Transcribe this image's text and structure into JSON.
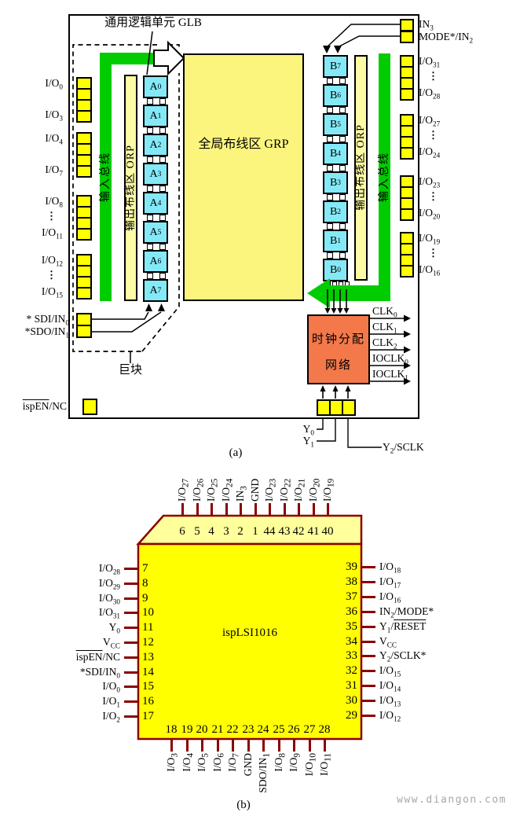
{
  "colors": {
    "yellow": "#ffff00",
    "pale": "#fbf57e",
    "orp": "#fdfba4",
    "green": "#00cc00",
    "cyan": "#84e9f7",
    "orange": "#f3794b",
    "chipb": "#8b0000",
    "chiptop": "#ffff9c"
  },
  "watermark": "www.diangon.com",
  "diagram_a": {
    "caption": "(a)",
    "glb_title": "通用逻辑单元 GLB",
    "grp_label": "全局布线区 GRP",
    "orp_label": "输出布线区 ORP",
    "input_bus_label": "输入总线",
    "macroblock_label": "巨块",
    "clock_label_line1": "时钟分配",
    "clock_label_line2": "网络",
    "dots": "⋮",
    "a_blocks": [
      "A_{0}",
      "A_{1}",
      "A_{2}",
      "A_{3}",
      "A_{4}",
      "A_{5}",
      "A_{6}",
      "A_{7}"
    ],
    "b_blocks": [
      "B_{7}",
      "B_{6}",
      "B_{5}",
      "B_{4}",
      "B_{3}",
      "B_{2}",
      "B_{1}",
      "B_{0}"
    ],
    "left_io_groups": [
      {
        "top": "I/O_{0}",
        "bottom": "I/O_{3}",
        "dots": false
      },
      {
        "top": "I/O_{4}",
        "bottom": "I/O_{7}",
        "dots": false
      },
      {
        "top": "I/O_{8}",
        "bottom": "I/O_{11}",
        "dots": true
      },
      {
        "top": "I/O_{12}",
        "bottom": "I/O_{15}",
        "dots": true
      }
    ],
    "right_io_groups": [
      {
        "top": "I/O_{31}",
        "bottom": "I/O_{28}",
        "dots": true
      },
      {
        "top": "I/O_{27}",
        "bottom": "I/O_{24}",
        "dots": true
      },
      {
        "top": "I/O_{23}",
        "bottom": "I/O_{20}",
        "dots": true
      },
      {
        "top": "I/O_{19}",
        "bottom": "I/O_{16}",
        "dots": true
      }
    ],
    "in3_label": "IN_{3}",
    "mode_label": "MODE*/IN_{2}",
    "sdi_label": "* SDI/IN_{0}",
    "sdo_label": "*SDO/IN_{1}",
    "ispen_label": "[ispEN]/NC",
    "clock_outputs": [
      "CLK_{0}",
      "CLK_{1}",
      "CLK_{2}",
      "IOCLK_{0}",
      "IOCLK_{1}"
    ],
    "y0_label": "Y_{0}",
    "y1_label": "Y_{1}",
    "y2_label": "Y_{2}/SCLK"
  },
  "diagram_b": {
    "caption": "(b)",
    "chip_name": "ispLSI1016",
    "top_pins": [
      {
        "num": "6",
        "label": "I/O_{27}"
      },
      {
        "num": "5",
        "label": "I/O_{26}"
      },
      {
        "num": "4",
        "label": "I/O_{25}"
      },
      {
        "num": "3",
        "label": "I/O_{24}"
      },
      {
        "num": "2",
        "label": "IN_{3}"
      },
      {
        "num": "1",
        "label": "GND"
      },
      {
        "num": "44",
        "label": "I/O_{23}"
      },
      {
        "num": "43",
        "label": "I/O_{22}"
      },
      {
        "num": "42",
        "label": "I/O_{21}"
      },
      {
        "num": "41",
        "label": "I/O_{20}"
      },
      {
        "num": "40",
        "label": "I/O_{19}"
      }
    ],
    "left_pins": [
      {
        "num": "7",
        "label": "I/O_{28}"
      },
      {
        "num": "8",
        "label": "I/O_{29}"
      },
      {
        "num": "9",
        "label": "I/O_{30}"
      },
      {
        "num": "10",
        "label": "I/O_{31}"
      },
      {
        "num": "11",
        "label": "Y_{0}"
      },
      {
        "num": "12",
        "label": "V_{CC}"
      },
      {
        "num": "13",
        "label": "[ispEN]/NC"
      },
      {
        "num": "14",
        "label": "*SDI/IN_{0}"
      },
      {
        "num": "15",
        "label": "I/O_{0}"
      },
      {
        "num": "16",
        "label": "I/O_{1}"
      },
      {
        "num": "17",
        "label": "I/O_{2}"
      }
    ],
    "right_pins": [
      {
        "num": "39",
        "label": "I/O_{18}"
      },
      {
        "num": "38",
        "label": "I/O_{17}"
      },
      {
        "num": "37",
        "label": "I/O_{16}"
      },
      {
        "num": "36",
        "label": "IN_{2}/MODE*"
      },
      {
        "num": "35",
        "label": "Y_{1}/[RESET]"
      },
      {
        "num": "34",
        "label": "V_{CC}"
      },
      {
        "num": "33",
        "label": "Y_{2}/SCLK*"
      },
      {
        "num": "32",
        "label": "I/O_{15}"
      },
      {
        "num": "31",
        "label": "I/O_{14}"
      },
      {
        "num": "30",
        "label": "I/O_{13}"
      },
      {
        "num": "29",
        "label": "I/O_{12}"
      }
    ],
    "bottom_pins": [
      {
        "num": "18",
        "label": "I/O_{3}"
      },
      {
        "num": "19",
        "label": "I/O_{4}"
      },
      {
        "num": "20",
        "label": "I/O_{5}"
      },
      {
        "num": "21",
        "label": "I/O_{6}"
      },
      {
        "num": "22",
        "label": "I/O_{7}"
      },
      {
        "num": "23",
        "label": "GND"
      },
      {
        "num": "24",
        "label": "SDO/IN_{1}"
      },
      {
        "num": "25",
        "label": "I/O_{8}"
      },
      {
        "num": "26",
        "label": "I/O_{9}"
      },
      {
        "num": "27",
        "label": "I/O_{10}"
      },
      {
        "num": "28",
        "label": "I/O_{11}"
      }
    ]
  }
}
